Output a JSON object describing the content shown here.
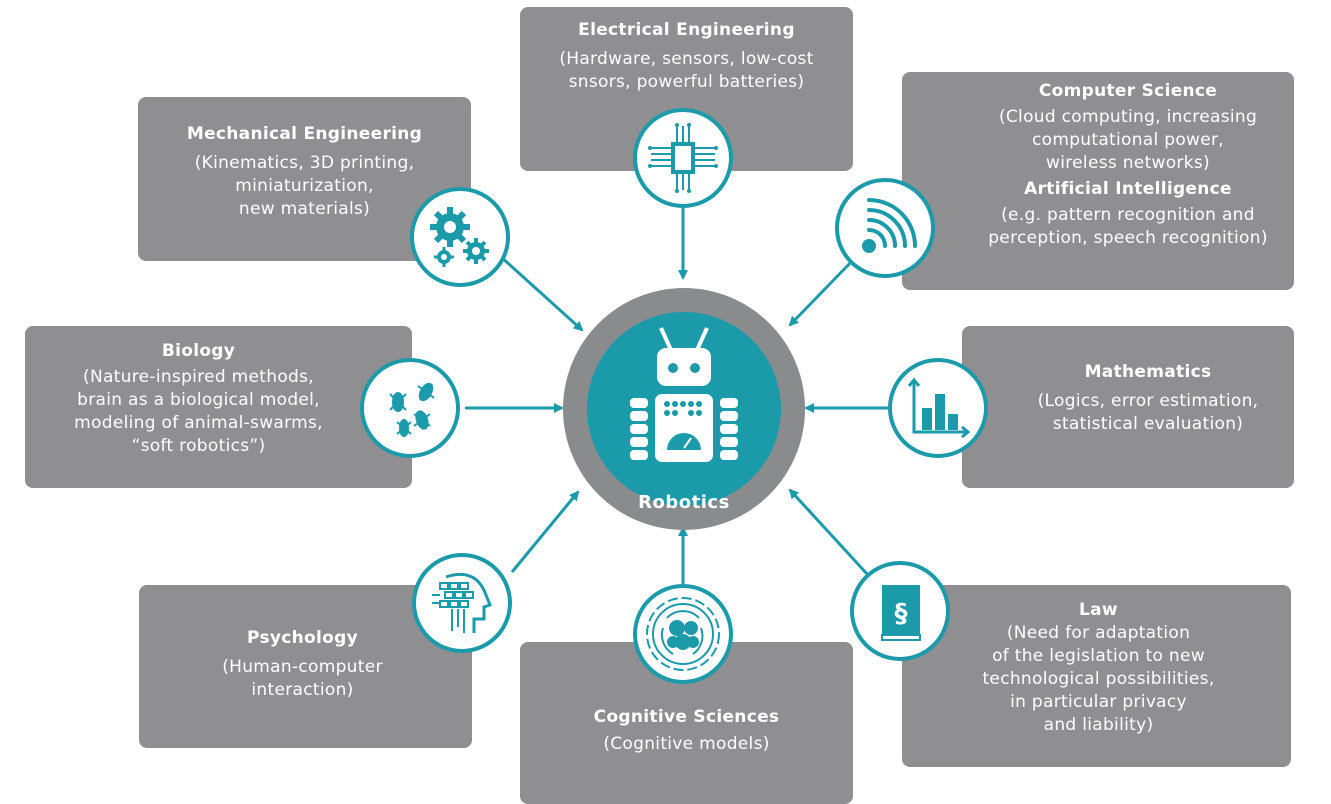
{
  "center": {
    "label": "Robotics"
  },
  "fields": {
    "mechanical": {
      "title": "Mechanical Engineering",
      "desc": "(Kinematics, 3D printing,\nminiaturization,\nnew materials)"
    },
    "electrical": {
      "title": "Electrical Engineering",
      "desc": "(Hardware, sensors, low-cost\nsnsors, powerful batteries)"
    },
    "computer": {
      "title": "Computer Science",
      "desc": "(Cloud computing, increasing\ncomputational power,\nwireless networks)",
      "title2": "Artificial Intelligence",
      "desc2": "(e.g. pattern recognition and\nperception, speech recognition)"
    },
    "biology": {
      "title": "Biology",
      "desc": "(Nature-inspired methods,\nbrain as a biological model,\nmodeling of animal-swarms,\n“soft robotics”)"
    },
    "mathematics": {
      "title": "Mathematics",
      "desc": "(Logics, error estimation,\nstatistical evaluation)"
    },
    "psychology": {
      "title": "Psychology",
      "desc": "(Human-computer\ninteraction)"
    },
    "cognitive": {
      "title": "Cognitive Sciences",
      "desc": "(Cognitive models)"
    },
    "law": {
      "title": "Law",
      "desc": "(Need for adaptation\nof the legislation to new\ntechnological possibilities,\nin particular privacy\nand liability)"
    }
  },
  "icons": {
    "mechanical": "gears-icon",
    "electrical": "chip-icon",
    "computer": "wireless-icon",
    "biology": "insects-icon",
    "mathematics": "bar-chart-icon",
    "psychology": "head-circuit-icon",
    "cognitive": "brain-cycle-icon",
    "law": "law-book-icon",
    "center": "robot-icon"
  },
  "colors": {
    "accent": "#1b9aaa",
    "box": "#8f8f91",
    "hub_ring": "#8a8b8d"
  }
}
